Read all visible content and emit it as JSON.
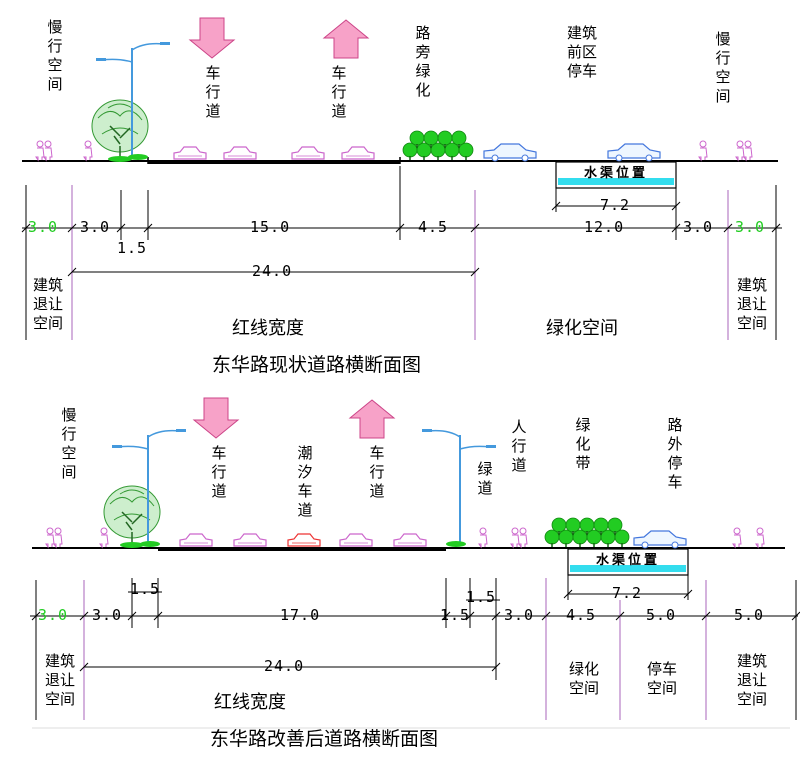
{
  "colors": {
    "arrow_fill": "#f7a2c8",
    "green_dim": "#22cc22",
    "canal": "#33ddee",
    "boundary": "#aa66bb",
    "tree": "#22cc22",
    "car_blue": "#4477dd",
    "car_pink": "#cc66cc",
    "car_red": "#ee3333"
  },
  "current": {
    "labels": {
      "slow_left": "慢\n行\n空\n间",
      "lane_down": "车\n行\n道",
      "lane_up": "车\n行\n道",
      "roadside_green": "路\n旁\n绿\n化",
      "front_parking": "建筑\n前区\n停车",
      "slow_right": "慢\n行\n空\n间",
      "canal": "水渠位置",
      "setback_left": "建筑\n退让\n空间",
      "setback_right": "建筑\n退让\n空间",
      "red_line": "红线宽度",
      "green_space": "绿化空间",
      "title": "东华路现状道路横断面图"
    },
    "dims": {
      "d_setback_l": "3.0",
      "d_walk": "3.0",
      "d_gap": "1.5",
      "d_road": "15.0",
      "d_green": "4.5",
      "d_parking": "12.0",
      "d_walk_r": "3.0",
      "d_setback_r": "3.0",
      "d_canal": "7.2",
      "d_redline": "24.0"
    }
  },
  "improved": {
    "labels": {
      "slow_left": "慢\n行\n空\n间",
      "lane_down": "车\n行\n道",
      "tidal": "潮\n汐\n车\n道",
      "lane_up": "车\n行\n道",
      "greenway": "绿\n道",
      "sidewalk": "人\n行\n道",
      "green_belt": "绿\n化\n带",
      "offroad_parking": "路\n外\n停\n车",
      "canal": "水渠位置",
      "setback_left": "建筑\n退让\n空间",
      "green_space": "绿化\n空间",
      "parking_space": "停车\n空间",
      "setback_right": "建筑\n退让\n空间",
      "red_line": "红线宽度",
      "title": "东华路改善后道路横断面图"
    },
    "dims": {
      "d_setback_l": "3.0",
      "d_walk": "3.0",
      "d_gap_l": "1.5",
      "d_road": "17.0",
      "d_gap_r1": "1.5",
      "d_gap_r2": "1.5",
      "d_walk_r": "3.0",
      "d_green": "4.5",
      "d_parking": "5.0",
      "d_setback_r": "5.0",
      "d_canal": "7.2",
      "d_redline": "24.0"
    }
  }
}
